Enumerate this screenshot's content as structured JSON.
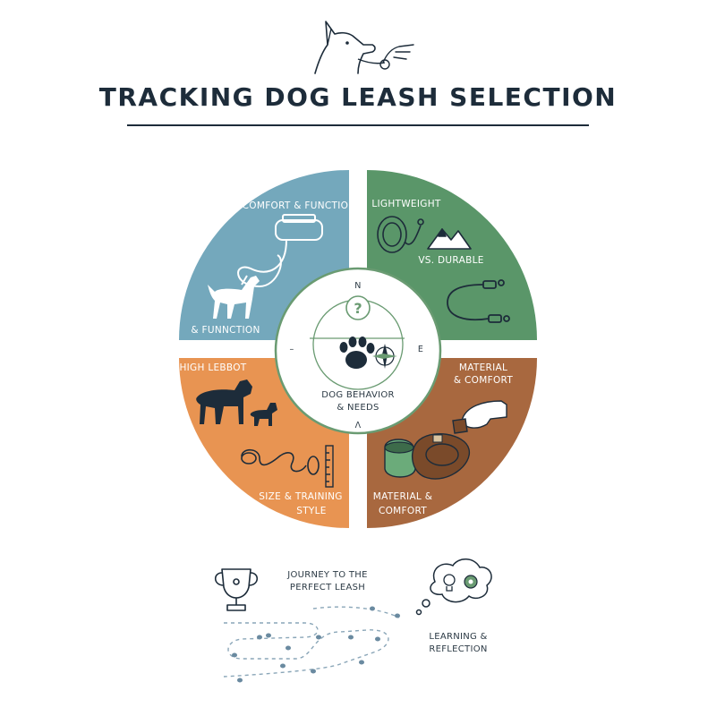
{
  "title": "TRACKING DOG LEASH SELECTION",
  "colors": {
    "blue": "#74a8bc",
    "green": "#5a9669",
    "orange": "#e89452",
    "brown": "#a8683f",
    "navy": "#1d2c3a",
    "center_green": "#6a9b72"
  },
  "quadrants": {
    "top_left": {
      "label_top": "COMFORT & FUNCTION",
      "label_bottom": "& FUNNCTION"
    },
    "top_right": {
      "label_top": "LIGHTWEIGHT",
      "label_bottom": "VS. DURABLE"
    },
    "bottom_left": {
      "label_top": "HIGH LEBBOT",
      "label_bottom_1": "SIZE & TRAINING",
      "label_bottom_2": "STYLE"
    },
    "bottom_right": {
      "label_top_1": "MATERIAL",
      "label_top_2": "& COMFORT",
      "label_bottom_1": "MATERIAL &",
      "label_bottom_2": "COMFORT"
    }
  },
  "center": {
    "north": "N",
    "east": "E",
    "west": "–",
    "south": "Λ",
    "question": "?",
    "label_1": "DOG BEHAVIOR",
    "label_2": "& NEEDS"
  },
  "journey": {
    "label_1": "JOURNEY TO THE",
    "label_2": "PERFECT LEASH",
    "reflection_1": "LEARNING &",
    "reflection_2": "REFLECTION"
  }
}
